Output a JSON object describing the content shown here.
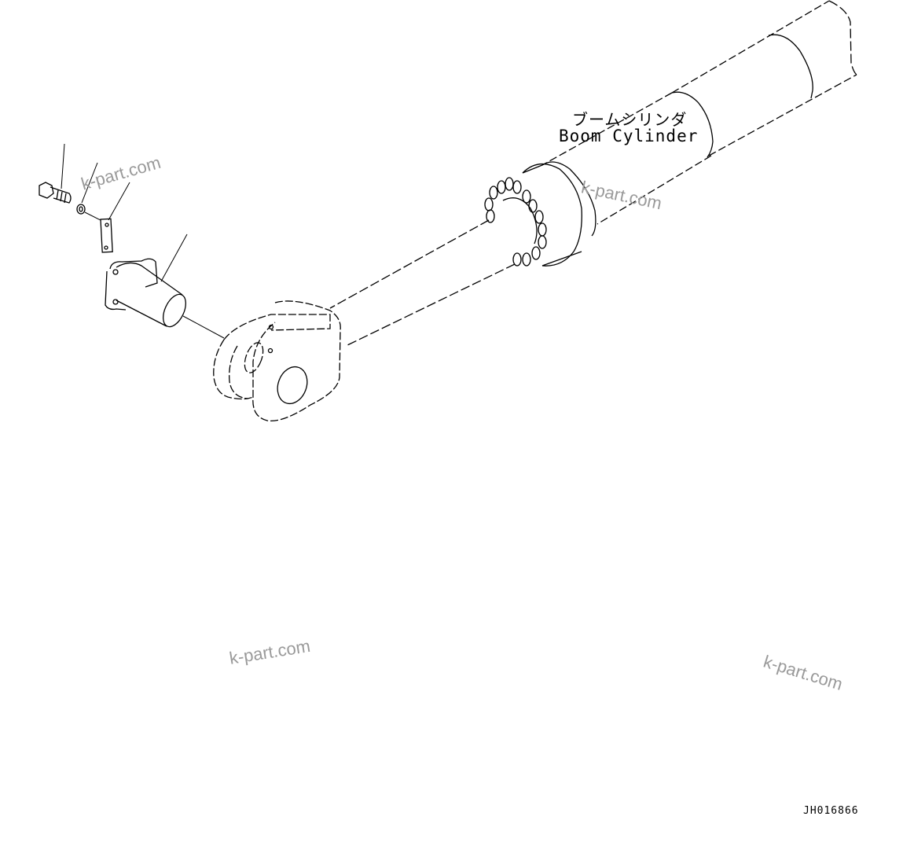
{
  "diagram": {
    "title_jp": "ブームシリンダ",
    "title_en": "Boom Cylinder",
    "drawing_number": "JH016866",
    "parts": [
      {
        "id": "bolt",
        "name": "Bolt"
      },
      {
        "id": "washer",
        "name": "Washer"
      },
      {
        "id": "plate",
        "name": "Lock plate"
      },
      {
        "id": "pin",
        "name": "Pin"
      },
      {
        "id": "boom-cylinder",
        "name": "Boom Cylinder"
      }
    ],
    "watermarks": [
      "k-part.com",
      "k-part.com",
      "k-part.com",
      "k-part.com"
    ],
    "colors": {
      "line": "#000000",
      "background": "#ffffff",
      "watermark": "#9a9a9a"
    }
  }
}
